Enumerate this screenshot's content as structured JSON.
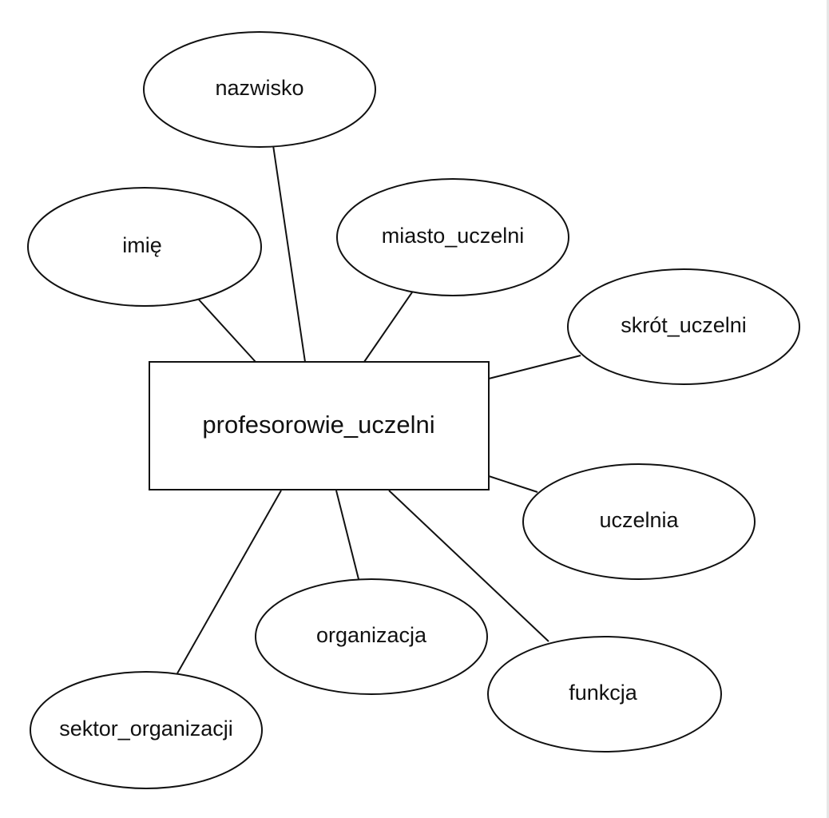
{
  "diagram": {
    "type": "er-entity-attributes",
    "entity": {
      "label": "profesorowie_uczelni"
    },
    "attributes": [
      {
        "id": "nazwisko",
        "label": "nazwisko"
      },
      {
        "id": "imie",
        "label": "imię"
      },
      {
        "id": "miasto_uczelni",
        "label": "miasto_uczelni"
      },
      {
        "id": "skrot_uczelni",
        "label": "skrót_uczelni"
      },
      {
        "id": "uczelnia",
        "label": "uczelnia"
      },
      {
        "id": "organizacja",
        "label": "organizacja"
      },
      {
        "id": "funkcja",
        "label": "funkcja"
      },
      {
        "id": "sektor_organizacji",
        "label": "sektor_organizacji"
      }
    ]
  }
}
